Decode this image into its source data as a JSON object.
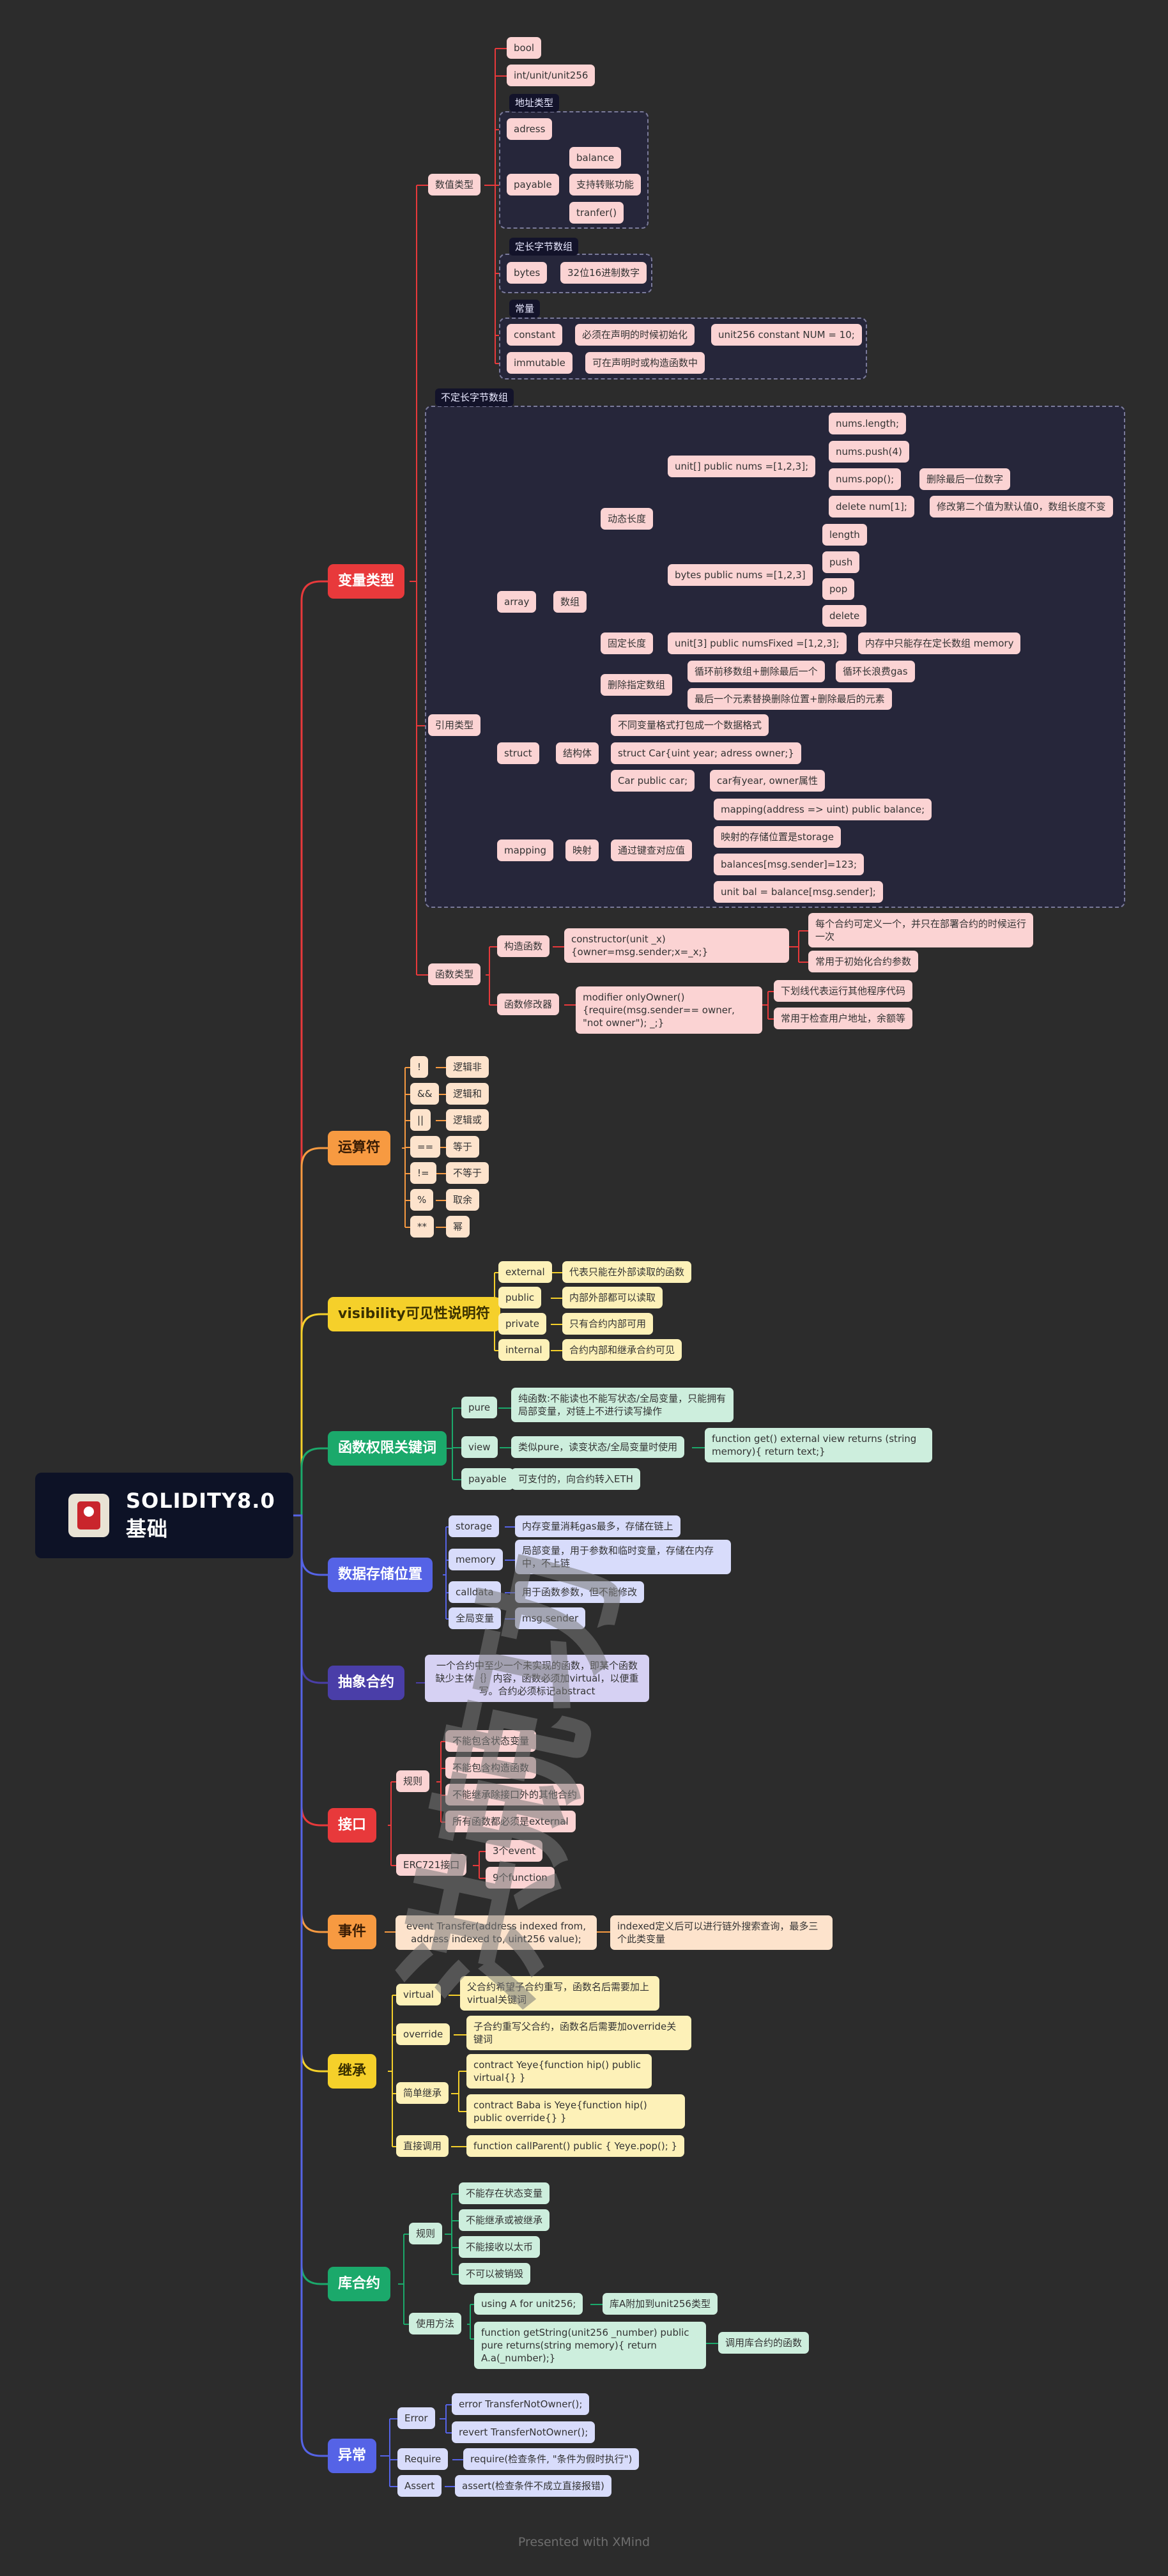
{
  "root": {
    "title": "SOLIDITY8.0 基础"
  },
  "watermark": "洪兢功",
  "footer": "Presented with XMind",
  "colors": {
    "background": "#2c2c2c",
    "root": "#0d1226",
    "red": "#e8393b",
    "orange": "#f79a41",
    "yellow": "#f5d02a",
    "green": "#1ba96b",
    "blue": "#5563e6",
    "indigo": "#4a3ea8"
  },
  "branches": {
    "variables": {
      "label": "变量类型",
      "value": {
        "label": "数值类型",
        "bool": "bool",
        "int": "int/unit/unit256",
        "address_group": "地址类型",
        "adress": "adress",
        "payable": "payable",
        "balance": "balance",
        "transfer_func": "支持转账功能",
        "tranfer": "tranfer()",
        "fixed_group": "定长字节数组",
        "bytes": "bytes",
        "hex32": "32位16进制数字",
        "const_group": "常量",
        "constant": "constant",
        "must_init": "必须在声明的时候初始化",
        "const_example": "unit256 constant NUM = 10;",
        "immutable": "immutable",
        "can_init": "可在声明时或构造函数中"
      },
      "reference": {
        "label": "引用类型",
        "dyn_group": "不定长字节数组",
        "array": "array",
        "array_cn": "数组",
        "dynamic_len": "动态长度",
        "uint_nums": "unit[] public nums =[1,2,3];",
        "nums_length": "nums.length;",
        "nums_push": "nums.push(4)",
        "nums_pop": "nums.pop();",
        "pop_note": "删除最后一位数字",
        "delete_num": "delete num[1];",
        "delete_note": "修改第二个值为默认值0，数组长度不变",
        "bytes_nums": "bytes public nums =[1,2,3]",
        "length": "length",
        "push": "push",
        "pop": "pop",
        "delete": "delete",
        "fixed_len": "固定长度",
        "fixed_example": "unit[3] public numsFixed =[1,2,3];",
        "fixed_note": "内存中只能存在定长数组 memory",
        "delete_elem": "删除指定数组",
        "loop_move": "循环前移数组+删除最后一个",
        "gas_note": "循环长浪费gas",
        "replace_last": "最后一个元素替换删除位置+删除最后的元素",
        "struct": "struct",
        "struct_cn": "结构体",
        "struct_desc": "不同变量格式打包成一个数据格式",
        "struct_example": "struct Car{uint year; adress owner;}",
        "car_public": "Car public car;",
        "car_attrs": "car有year, owner属性",
        "mapping": "mapping",
        "mapping_cn": "映射",
        "key_lookup": "通过键查对应值",
        "map_example": "mapping(address => uint) public balance;",
        "map_storage": "映射的存储位置是storage",
        "map_assign": "balances[msg.sender]=123;",
        "map_read": "unit bal = balance[msg.sender];"
      },
      "function": {
        "label": "函数类型",
        "constructor": "构造函数",
        "constructor_code": "constructor(unit _x){owner=msg.sender;x=_x;}",
        "constructor_note1": "每个合约可定义一个，并只在部署合约的时候运行一次",
        "constructor_note2": "常用于初始化合约参数",
        "modifier": "函数修改器",
        "modifier_code": "modifier onlyOwner(){require(msg.sender== owner, \"not owner\"); _;}",
        "modifier_note1": "下划线代表运行其他程序代码",
        "modifier_note2": "常用于检查用户地址，余额等"
      }
    },
    "operators": {
      "label": "运算符",
      "items": [
        {
          "sym": "!",
          "desc": "逻辑非"
        },
        {
          "sym": "&&",
          "desc": "逻辑和"
        },
        {
          "sym": "||",
          "desc": "逻辑或"
        },
        {
          "sym": "==",
          "desc": "等于"
        },
        {
          "sym": "!=",
          "desc": "不等于"
        },
        {
          "sym": "%",
          "desc": "取余"
        },
        {
          "sym": "**",
          "desc": "幂"
        }
      ]
    },
    "visibility": {
      "label": "visibility可见性说明符",
      "items": [
        {
          "k": "external",
          "v": "代表只能在外部读取的函数"
        },
        {
          "k": "public",
          "v": "内部外部都可以读取"
        },
        {
          "k": "private",
          "v": "只有合约内部可用"
        },
        {
          "k": "internal",
          "v": "合约内部和继承合约可见"
        }
      ]
    },
    "permissions": {
      "label": "函数权限关键词",
      "pure": "pure",
      "pure_desc": "纯函数:不能读也不能写状态/全局变量，只能拥有局部变量，对链上不进行读写操作",
      "view": "view",
      "view_desc": "类似pure，读变状态/全局变量时使用",
      "view_example": "function get() external view returns (string memory){ return text;}",
      "payable": "payable",
      "payable_desc": "可支付的，向合约转入ETH"
    },
    "storage": {
      "label": "数据存储位置",
      "items": [
        {
          "k": "storage",
          "v": "内存变量消耗gas最多，存储在链上"
        },
        {
          "k": "memory",
          "v": "局部变量，用于参数和临时变量，存储在内存中，不上链"
        },
        {
          "k": "calldata",
          "v": "用于函数参数，但不能修改"
        },
        {
          "k": "全局变量",
          "v": "msg.sender"
        }
      ]
    },
    "abstract": {
      "label": "抽象合约",
      "desc": "一个合约中至少一个未实现的函数，即某个函数缺少主体｛｝内容，函数必须加virtual，以便重写。合约必须标记abstract"
    },
    "interface": {
      "label": "接口",
      "rules": "规则",
      "rule_items": [
        "不能包含状态变量",
        "不能包含构造函数",
        "不能继承除接口外的其他合约",
        "所有函数都必须是external"
      ],
      "erc721": "ERC721接口",
      "erc_items": [
        "3个event",
        "9个function"
      ]
    },
    "events": {
      "label": "事件",
      "code": "event Transfer(address indexed from, address indexed to, uint256 value);",
      "note": "indexed定义后可以进行链外搜索查询，最多三个此类变量"
    },
    "inheritance": {
      "label": "继承",
      "virtual": "virtual",
      "virtual_desc": "父合约希望子合约重写，函数名后需要加上virtual关键词",
      "override": "override",
      "override_desc": "子合约重写父合约，函数名后需要加override关键词",
      "simple": "简单继承",
      "simple_code1": "contract Yeye{function hip() public virtual{} }",
      "simple_code2": "contract Baba is Yeye{function hip() public override{} }",
      "direct": "直接调用",
      "direct_code": "function callParent() public { Yeye.pop(); }"
    },
    "library": {
      "label": "库合约",
      "rules": "规则",
      "rule_items": [
        "不能存在状态变量",
        "不能继承或被继承",
        "不能接收以太币",
        "不可以被销毁"
      ],
      "usage": "使用方法",
      "using": "using A for unit256;",
      "using_note": "库A附加到unit256类型",
      "func_code": "function getString(unit256 _number) public pure returns(string memory){ return A.a(_number);}",
      "func_note": "调用库合约的函数"
    },
    "errors": {
      "label": "异常",
      "error": "Error",
      "error1": "error TransferNotOwner();",
      "error2": "revert TransferNotOwner();",
      "require": "Require",
      "require_desc": "require(检查条件, \"条件为假时执行\")",
      "assert": "Assert",
      "assert_desc": "assert(检查条件不成立直接报错)"
    }
  }
}
